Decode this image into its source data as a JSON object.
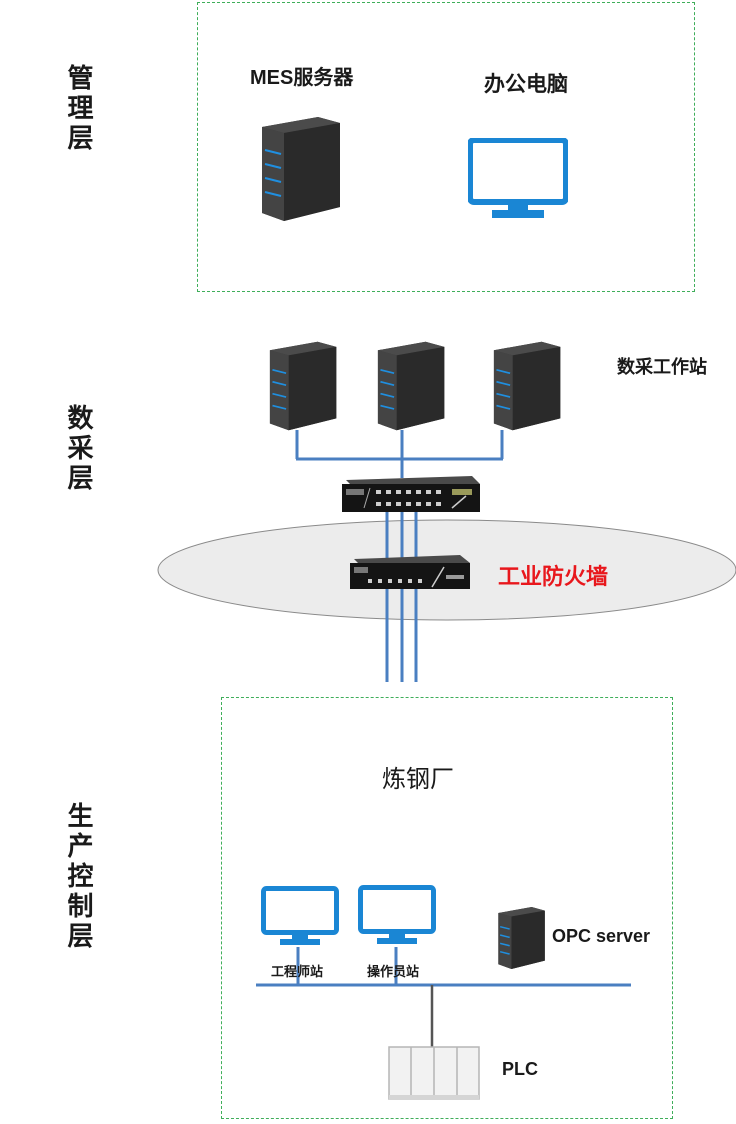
{
  "layers": {
    "management": "管理层",
    "data_collection": "数采层",
    "production_control": "生产控制层"
  },
  "management": {
    "mes_server": "MES服务器",
    "office_pc": "办公电脑"
  },
  "data_collection": {
    "workstations": "数采工作站",
    "firewall": "工业防火墙"
  },
  "production": {
    "plant": "炼钢厂",
    "engineer_station": "工程师站",
    "operator_station": "操作员站",
    "opc_server": "OPC server",
    "plc": "PLC"
  },
  "colors": {
    "dashed_border": "#3fae5a",
    "network_line": "#4a7fc1",
    "firewall_label": "#e8171c",
    "monitor": "#1a86d4",
    "server_body": "#2f2f2f"
  }
}
